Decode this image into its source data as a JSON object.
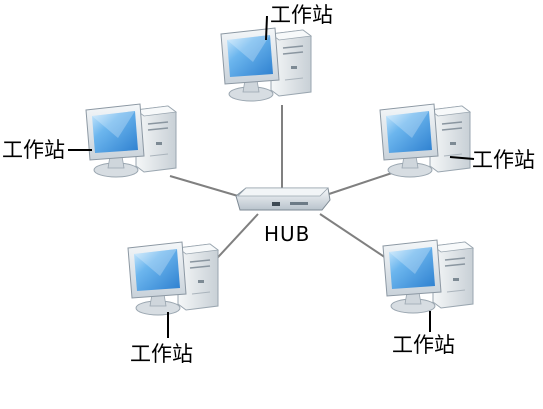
{
  "hub": {
    "label": "HUB"
  },
  "workstations": [
    {
      "label": "工作站"
    },
    {
      "label": "工作站"
    },
    {
      "label": "工作站"
    },
    {
      "label": "工作站"
    },
    {
      "label": "工作站"
    }
  ],
  "colors": {
    "screen": "#5aa9e6",
    "screen_highlight": "#bfe3fb",
    "monitor_frame": "#dfe6ec",
    "tower": "#e8ecef",
    "link_line": "#7f7f7f",
    "hub_body": "#e9edf1"
  },
  "icons": {
    "workstation": "computer-icon",
    "hub": "network-hub-icon"
  }
}
